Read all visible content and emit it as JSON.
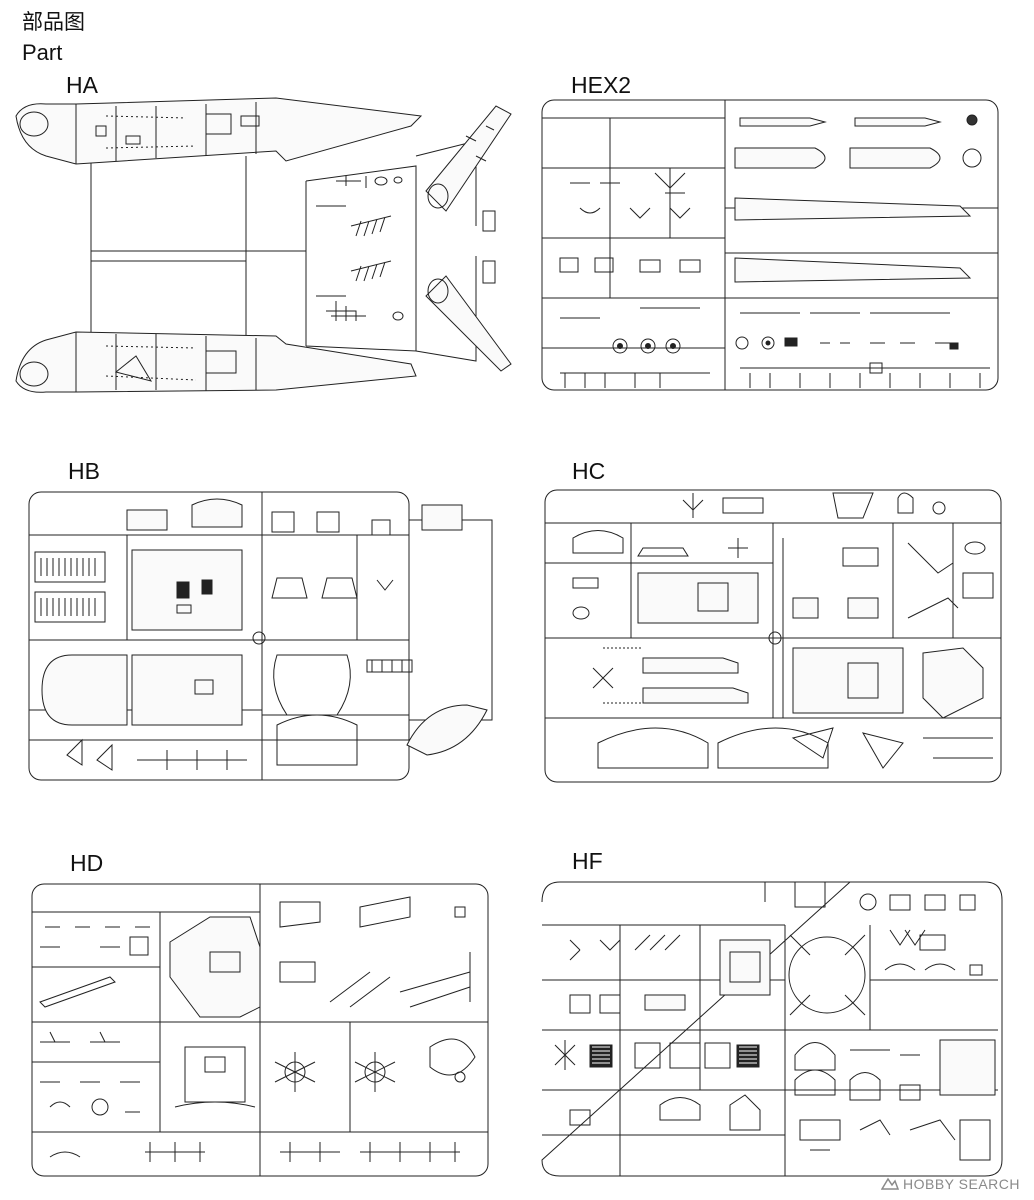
{
  "header": {
    "title_cn": "部品图",
    "title_en": "Part"
  },
  "sprues": [
    {
      "id": "ha",
      "label": "HA"
    },
    {
      "id": "hex2",
      "label": "HEX2"
    },
    {
      "id": "hb",
      "label": "HB"
    },
    {
      "id": "hc",
      "label": "HC"
    },
    {
      "id": "hd",
      "label": "HD"
    },
    {
      "id": "hf",
      "label": "HF"
    }
  ],
  "watermark": {
    "text": "HOBBY SEARCH",
    "icon": "hobby-search-logo-icon"
  }
}
